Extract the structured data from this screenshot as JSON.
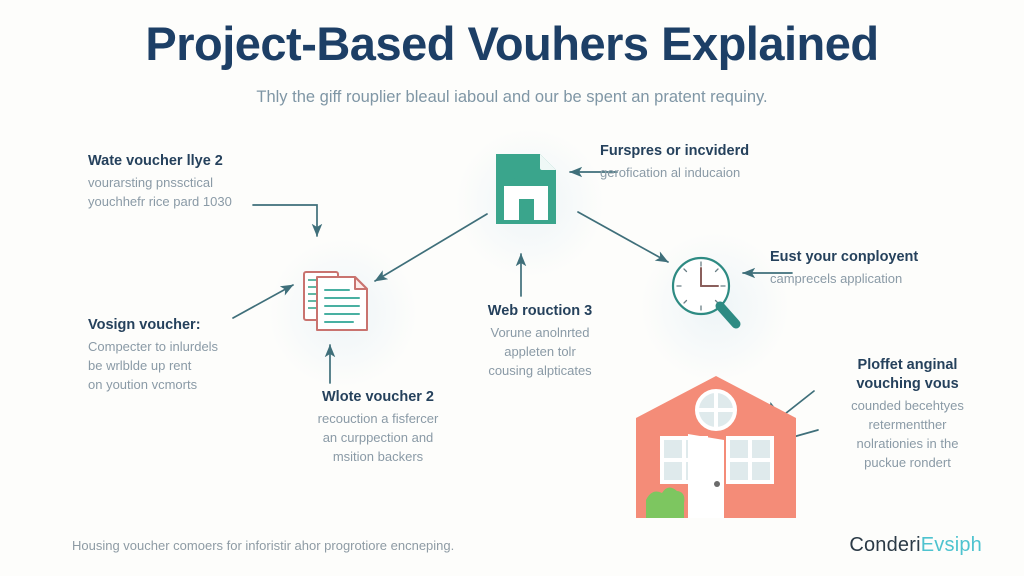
{
  "header": {
    "title": "Project-Based Vouhers Explained",
    "subtitle": "Thly the giff rouplier bleaul iaboul and our be spent an pratent requiny."
  },
  "colors": {
    "background": "#fdfdfb",
    "title": "#1d3f66",
    "subtitle": "#7f96a5",
    "callout_title": "#25415c",
    "callout_body": "#8a9aa6",
    "arrow": "#3f6f7a",
    "teal_accent": "#3aa58c",
    "salmon_accent": "#f48c78",
    "clock_teal": "#2e8b83",
    "doc_outline": "#c9736f",
    "brand_dark": "#2b3a46",
    "brand_teal": "#4ec3cf"
  },
  "callouts": [
    {
      "id": "cal-tl",
      "align": "left",
      "title": "Wate voucher llye 2",
      "lines": [
        "vourarsting pnssctical",
        "youchhefr rice pard 1030"
      ]
    },
    {
      "id": "cal-ml",
      "align": "left",
      "title": "Vosign voucher:",
      "lines": [
        "Compecter to inlurdels",
        "be wrlblde up rent",
        "on yoution vcmorts"
      ]
    },
    {
      "id": "cal-bc",
      "align": "center",
      "title": "Wlote voucher 2",
      "lines": [
        "recouction a fisfercer",
        "an curppection and",
        "msition backers"
      ]
    },
    {
      "id": "cal-cc",
      "align": "center",
      "title": "Web rouction 3",
      "lines": [
        "Vorune anolnrted",
        "appleten tolr",
        "cousing alpticates"
      ]
    },
    {
      "id": "cal-tr",
      "align": "left",
      "title": "Furspres or incviderd",
      "lines": [
        "gerofication al inducaion"
      ]
    },
    {
      "id": "cal-mr",
      "align": "left",
      "title": "Eust your conployent",
      "lines": [
        "camprecels application"
      ]
    },
    {
      "id": "cal-br",
      "align": "center",
      "title_lines": [
        "Ploffet anginal",
        "vouching vous"
      ],
      "lines": [
        "counded becehtyes",
        "retermentther",
        "nolrationies in the",
        "puckue rondert"
      ]
    }
  ],
  "icons": [
    {
      "name": "document-house-icon",
      "label": "house-document"
    },
    {
      "name": "document-stack-icon",
      "label": "paper-stack"
    },
    {
      "name": "clock-magnifier-icon",
      "label": "clock-search"
    },
    {
      "name": "house-illustration",
      "label": "house"
    }
  ],
  "footer": {
    "note": "Housing voucher comoers for inforistir ahor progrotiore encneping.",
    "brand_part1": "Conderi",
    "brand_part2": "Evsiph"
  }
}
